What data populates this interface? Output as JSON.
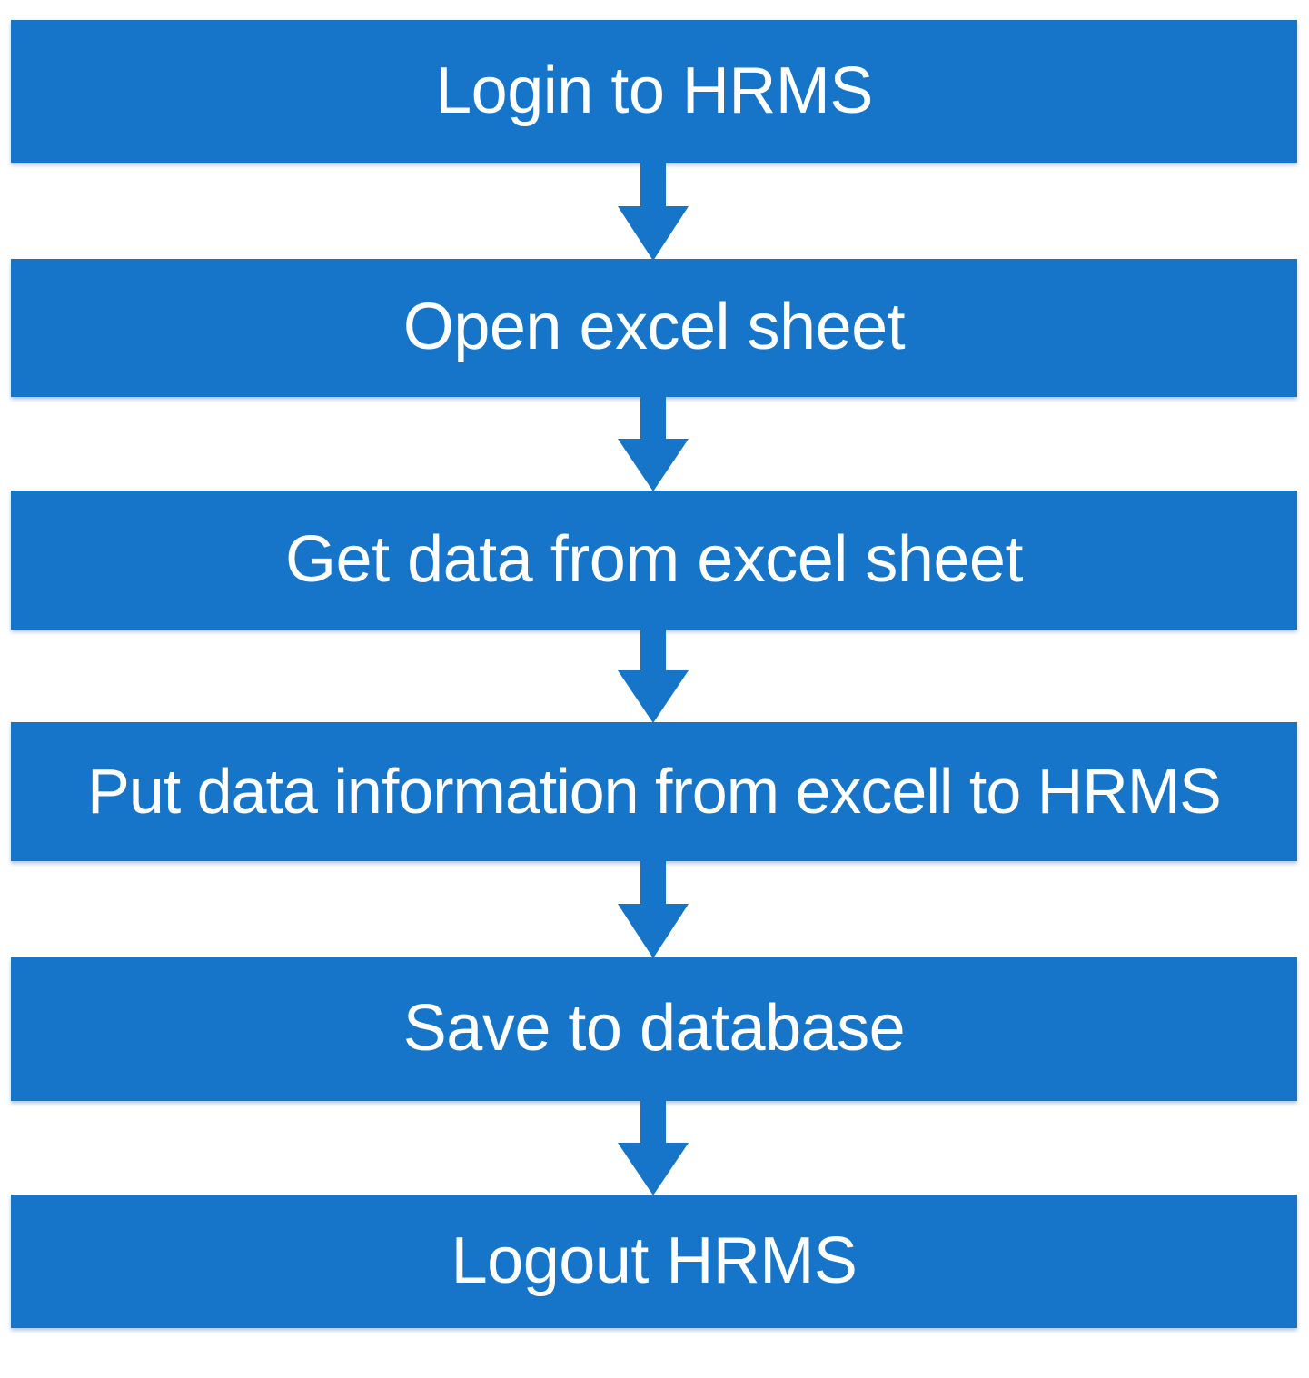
{
  "diagram": {
    "title": "HRMS data entry process flow",
    "type": "flowchart",
    "orientation": "vertical-top-to-bottom",
    "colors": {
      "box_fill": "#1675c9",
      "box_text": "#ffffff",
      "arrow_fill": "#1675c9",
      "background": "#ffffff"
    },
    "steps": [
      {
        "id": "step-1",
        "order": 1,
        "label": "Login to HRMS"
      },
      {
        "id": "step-2",
        "order": 2,
        "label": "Open excel sheet"
      },
      {
        "id": "step-3",
        "order": 3,
        "label": "Get data from excel  sheet"
      },
      {
        "id": "step-4",
        "order": 4,
        "label": "Put data information from excell to  HRMS"
      },
      {
        "id": "step-5",
        "order": 5,
        "label": "Save to database"
      },
      {
        "id": "step-6",
        "order": 6,
        "label": "Logout HRMS"
      }
    ],
    "connectors": [
      {
        "id": "arrow-1",
        "from": "step-1",
        "to": "step-2",
        "shape": "down-arrow"
      },
      {
        "id": "arrow-2",
        "from": "step-2",
        "to": "step-3",
        "shape": "down-arrow"
      },
      {
        "id": "arrow-3",
        "from": "step-3",
        "to": "step-4",
        "shape": "down-arrow"
      },
      {
        "id": "arrow-4",
        "from": "step-4",
        "to": "step-5",
        "shape": "down-arrow"
      },
      {
        "id": "arrow-5",
        "from": "step-5",
        "to": "step-6",
        "shape": "down-arrow"
      }
    ]
  }
}
